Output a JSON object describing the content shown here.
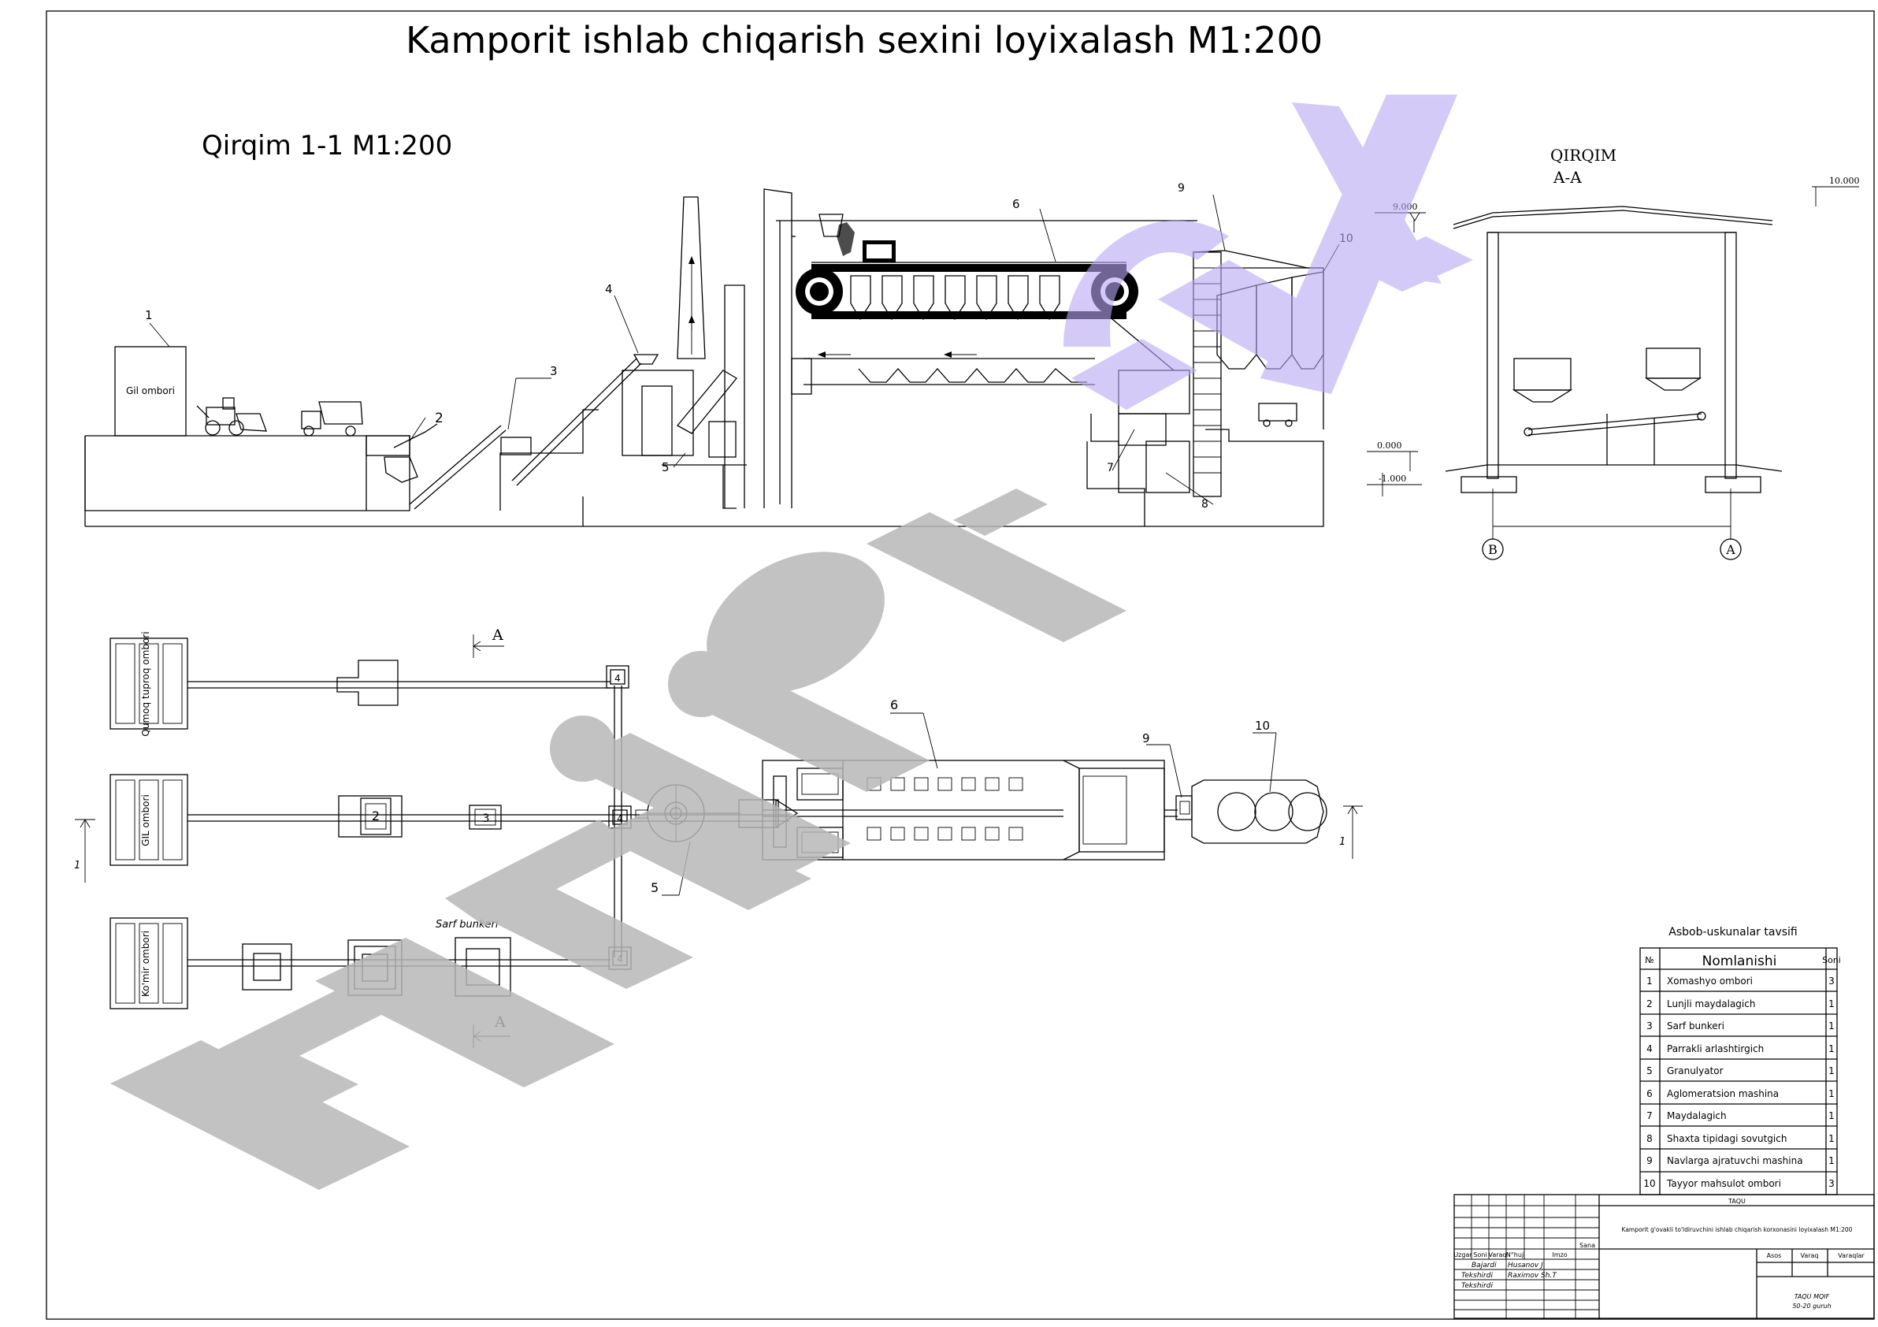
{
  "drawing": {
    "main_title": "Kamporit ishlab chiqarish sexini loyixalash M1:200",
    "section_title": "Qirqim 1-1  M1:200",
    "section_aa_title_1": "QIRQIM",
    "section_aa_title_2": "A-A",
    "elevations": {
      "e1": "10.000",
      "e2": "9.000",
      "e3": "0.000",
      "e4": "-1.000"
    },
    "axes": {
      "b": "B",
      "a": "A"
    },
    "storage_label": "Gil ombori",
    "callouts": [
      "1",
      "2",
      "3",
      "4",
      "5",
      "6",
      "7",
      "8",
      "9",
      "10"
    ],
    "watermark": "Hujjat 24"
  },
  "plan": {
    "warehouses": [
      "Qumoq tuproq ombori",
      "GIL ombori",
      "Ko'mir ombori"
    ],
    "sarf_label": "Sarf bunkeri",
    "section_mark_a": "A",
    "section_mark_1": "1",
    "node_labels": {
      "four": "4",
      "two": "2",
      "three": "3"
    },
    "callouts": {
      "five": "5",
      "six": "6",
      "nine": "9",
      "ten": "10"
    }
  },
  "equipment_table": {
    "caption": "Asbob-uskunalar tavsifi",
    "headers": [
      "№",
      "Nomlanishi",
      "Soni"
    ],
    "rows": [
      [
        "1",
        "Xomashyo  ombori",
        "3"
      ],
      [
        "2",
        "Lunjli maydalagich",
        "1"
      ],
      [
        "3",
        "Sarf bunkeri",
        "1"
      ],
      [
        "4",
        "Parrakli arlashtirgich",
        "1"
      ],
      [
        "5",
        "Granulyator",
        "1"
      ],
      [
        "6",
        "Aglomeratsion mashina",
        "1"
      ],
      [
        "7",
        "Maydalagich",
        "1"
      ],
      [
        "8",
        "Shaxta tipidagi sovutgich",
        "1"
      ],
      [
        "9",
        "Navlarga ajratuvchi mashina",
        "1"
      ],
      [
        "10",
        "Tayyor mahsulot ombori",
        "3"
      ]
    ]
  },
  "title_block": {
    "org": "TAQU",
    "project": "Kamporit g'ovakli to'ldiruvchini ishlab chiqarish korxonasini loyixalash M1:200",
    "cols": [
      "Uzgar",
      "Soni",
      "Varaq",
      "N°huj",
      "Imzo",
      "Sana"
    ],
    "roles": [
      {
        "role": "Bajardi",
        "name": "Husanov J."
      },
      {
        "role": "Tekshirdi",
        "name": "Raximov Sh.T"
      },
      {
        "role": "Tekshirdi",
        "name": ""
      }
    ],
    "asos": "Asos",
    "varaq": "Varaq",
    "varaqlar": "Varaqlar",
    "footer_1": "TAQU   MQIF",
    "footer_2": "50-20 guruh"
  }
}
